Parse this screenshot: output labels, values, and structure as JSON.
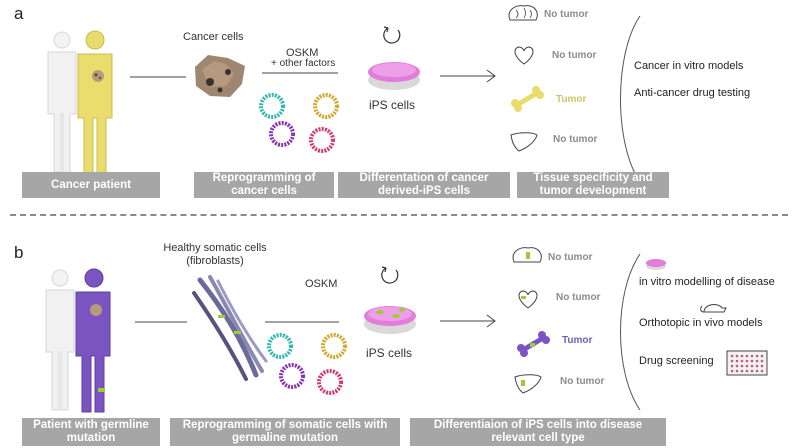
{
  "panel_a": {
    "letter": "a",
    "cancer_cells_label": "Cancer cells",
    "factors_line1": "OSKM",
    "factors_line2": "+ other factors",
    "ips_label": "iPS cells",
    "outcomes": [
      "No tumor",
      "No tumor",
      "Tumor",
      "No tumor"
    ],
    "applications": [
      "Cancer in vitro models",
      "Anti-cancer drug testing"
    ],
    "bars": [
      "Cancer patient",
      "Reprogramming of cancer cells",
      "Differentation of cancer derived-iPS cells",
      "Tissue specificity and tumor development"
    ]
  },
  "panel_b": {
    "letter": "b",
    "somatic_line1": "Healthy somatic cells",
    "somatic_line2": "(fibroblasts)",
    "factors_line1": "OSKM",
    "ips_label": "iPS cells",
    "outcomes": [
      "No tumor",
      "No tumor",
      "Tumor",
      "No tumor"
    ],
    "applications": [
      "in vitro modelling of disease",
      "Orthotopic in vivo models",
      "Drug screening"
    ],
    "bars": [
      "Patient with germline mutation",
      "Reprogramming of somatic cells with germaline mutation",
      "Differentiaion of iPS cells into disease relevant cell type"
    ]
  },
  "colors": {
    "bar_bg": "#a6a6a6",
    "panel_a_accent": "#e8dc6a",
    "panel_b_accent": "#7a55c2",
    "ips_pink": "#e27ddc",
    "green_mark": "#9ccc3a"
  }
}
